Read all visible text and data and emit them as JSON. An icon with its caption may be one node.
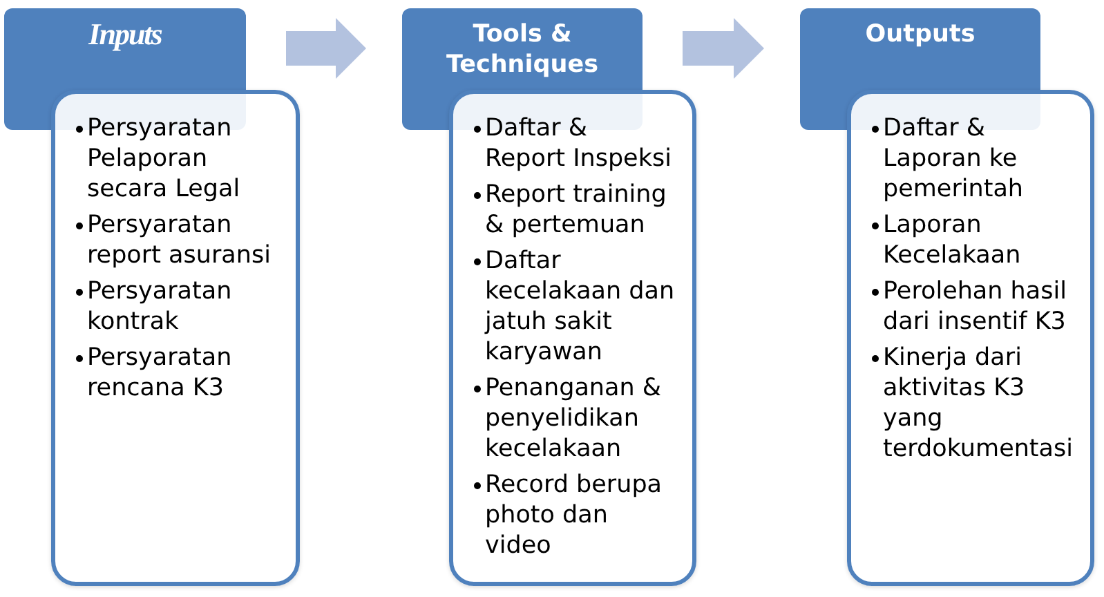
{
  "diagram": {
    "nodes": [
      {
        "text": [
          "Inputs"
        ]
      },
      {
        "text": [
          "Persyaratan Pelaporan secara Legal",
          "Persyaratan report asuransi",
          "Persyaratan kontrak",
          "Persyaratan rencana K3"
        ]
      },
      {
        "text": [
          "Tools & Techniques"
        ]
      },
      {
        "text": [
          "Daftar & Report Inspeksi",
          "Report training & pertemuan",
          "Daftar kecelakaan dan jatuh sakit karyawan",
          "Penanganan & penyelidikan kecelakaan",
          "Record berupa photo dan video"
        ]
      },
      {
        "text": [
          "Outputs"
        ]
      },
      {
        "text": [
          "Daftar & Laporan ke pemerintah",
          "Laporan Kecelakaan",
          "Perolehan hasil dari insentif K3",
          "Kinerja dari aktivitas K3 yang terdokumentasi"
        ]
      }
    ],
    "edges": [
      {
        "from": 0,
        "to": 2,
        "arrow": "to"
      },
      {
        "from": 2,
        "to": 4,
        "arrow": "to"
      }
    ]
  }
}
